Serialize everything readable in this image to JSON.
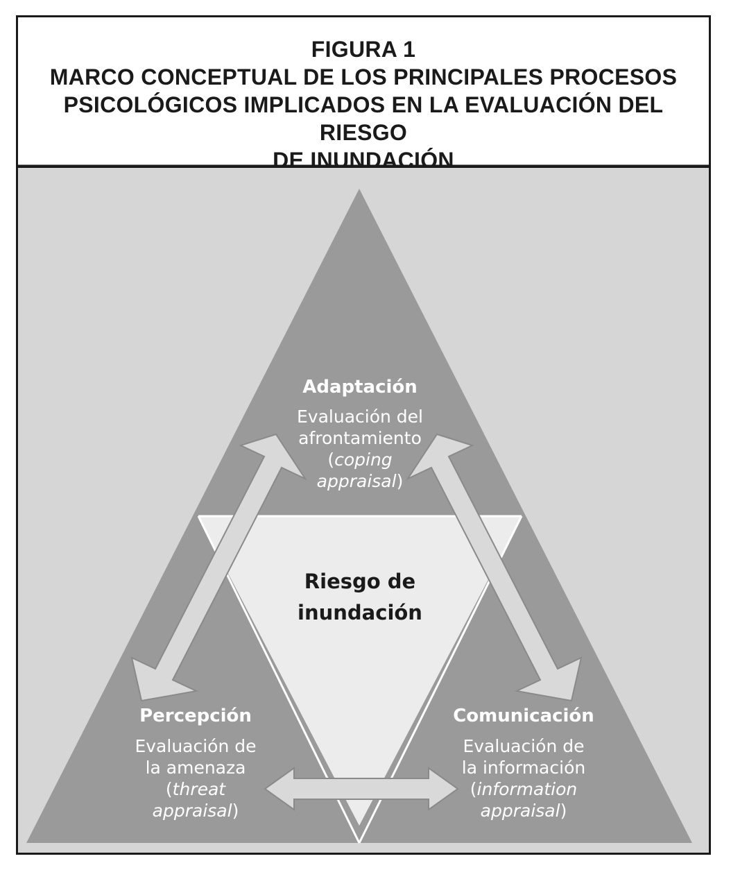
{
  "figure": {
    "label": "FIGURA 1",
    "title_lines": [
      "MARCO CONCEPTUAL DE LOS PRINCIPALES PROCESOS",
      "PSICOLÓGICOS IMPLICADOS EN LA EVALUACIÓN DEL RIESGO",
      "DE INUNDACIÓN"
    ]
  },
  "center": {
    "line1": "Riesgo de",
    "line2": "inundación"
  },
  "nodes": {
    "top": {
      "heading": "Adaptación",
      "line1": "Evaluación del",
      "line2": "afrontamiento",
      "paren_open": "(",
      "italic1": "coping",
      "italic2": "appraisal",
      "paren_close": ")"
    },
    "left": {
      "heading": "Percepción",
      "line1": "Evaluación de",
      "line2": "la amenaza",
      "paren_open": "(",
      "italic1": "threat",
      "italic2": "appraisal",
      "paren_close": ")"
    },
    "right": {
      "heading": "Comunicación",
      "line1": "Evaluación de",
      "line2": "la información",
      "paren_open": "(",
      "italic1": "information",
      "italic2": "appraisal",
      "paren_close": ")"
    }
  },
  "colors": {
    "outer_triangle": "#9a9a9a",
    "inner_triangle": "#ececec",
    "arrows": "#d9d9d9",
    "node_text": "#ffffff",
    "center_text": "#1a1a1a"
  }
}
